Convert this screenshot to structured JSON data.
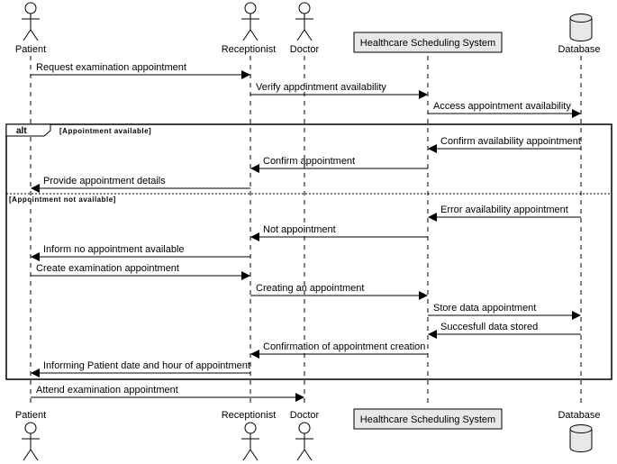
{
  "participants": [
    {
      "id": "patient",
      "label": "Patient",
      "kind": "actor"
    },
    {
      "id": "receptionist",
      "label": "Receptionist",
      "kind": "actor"
    },
    {
      "id": "doctor",
      "label": "Doctor",
      "kind": "actor"
    },
    {
      "id": "system",
      "label": "Healthcare Scheduling System",
      "kind": "participant"
    },
    {
      "id": "database",
      "label": "Database",
      "kind": "database"
    }
  ],
  "fragment": {
    "operator": "alt",
    "guards": [
      "[Appointment available]",
      "[Appointment not available]"
    ]
  },
  "messages": [
    {
      "from": "patient",
      "to": "receptionist",
      "text": "Request examination appointment"
    },
    {
      "from": "receptionist",
      "to": "system",
      "text": "Verify appointment availability"
    },
    {
      "from": "system",
      "to": "database",
      "text": "Access appointment availability"
    },
    {
      "from": "database",
      "to": "system",
      "text": "Confirm availability appointment"
    },
    {
      "from": "system",
      "to": "receptionist",
      "text": "Confirm appointment"
    },
    {
      "from": "receptionist",
      "to": "patient",
      "text": "Provide appointment details"
    },
    {
      "from": "database",
      "to": "system",
      "text": "Error availability appointment"
    },
    {
      "from": "system",
      "to": "receptionist",
      "text": "Not appointment"
    },
    {
      "from": "receptionist",
      "to": "patient",
      "text": "Inform no appointment available"
    },
    {
      "from": "patient",
      "to": "receptionist",
      "text": "Create examination appointment"
    },
    {
      "from": "receptionist",
      "to": "system",
      "text": "Creating an appointment"
    },
    {
      "from": "system",
      "to": "database",
      "text": "Store data appointment"
    },
    {
      "from": "database",
      "to": "system",
      "text": "Succesfull data stored"
    },
    {
      "from": "system",
      "to": "receptionist",
      "text": "Confirmation of appointment creation"
    },
    {
      "from": "receptionist",
      "to": "patient",
      "text": "Informing Patient date and hour of appointment"
    },
    {
      "from": "patient",
      "to": "doctor",
      "text": "Attend examination appointment"
    }
  ]
}
